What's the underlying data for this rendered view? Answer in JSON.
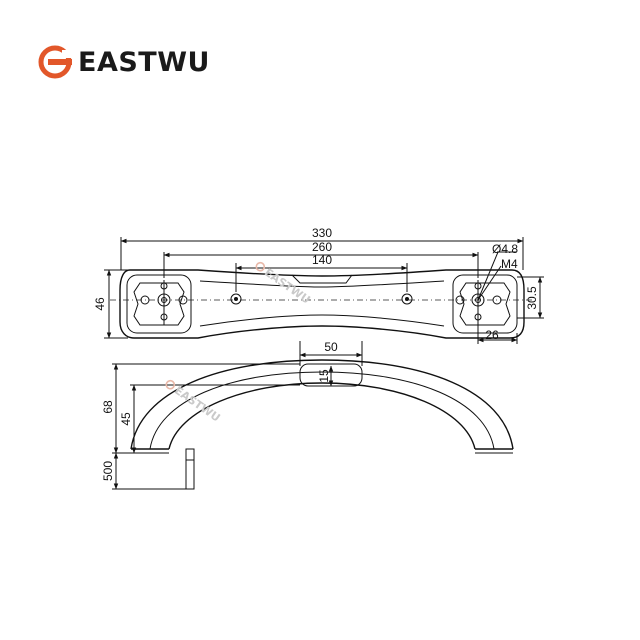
{
  "brand": {
    "name": "EASTWU",
    "accent_color": "#e2572a",
    "text_color": "#1a1a1a",
    "icon": "eastwu-logo-icon"
  },
  "watermark": {
    "text": "EASTWU",
    "color": "#c9c9c9"
  },
  "top_view": {
    "dim_overall_length": "330",
    "dim_mount_pitch": "260",
    "dim_inner_pitch": "140",
    "dim_hole_diameter": "Ø4.8",
    "dim_thread": "M4",
    "dim_height": "46",
    "dim_end_height": "30.5",
    "dim_end_width": "26"
  },
  "side_view": {
    "dim_grip_width": "50",
    "dim_grip_height": "15",
    "dim_total_height": "68",
    "dim_inner_height": "45",
    "dim_screw_length": "500"
  }
}
